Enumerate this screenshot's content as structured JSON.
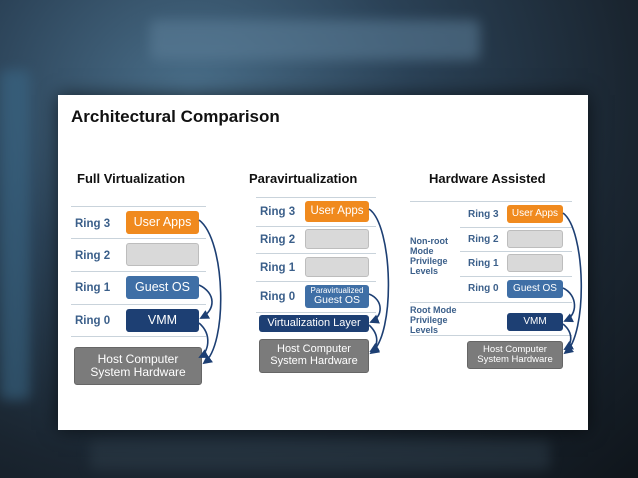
{
  "title": "Architectural Comparison",
  "columns": {
    "full": {
      "heading": "Full Virtualization",
      "rings": [
        "Ring 3",
        "Ring 2",
        "Ring 1",
        "Ring 0"
      ],
      "user_apps": "User Apps",
      "guest_os": "Guest OS",
      "vmm": "VMM",
      "hardware": "Host Computer\nSystem Hardware"
    },
    "para": {
      "heading": "Paravirtualization",
      "rings": [
        "Ring 3",
        "Ring 2",
        "Ring 1",
        "Ring 0"
      ],
      "user_apps": "User Apps",
      "guest_os_small": "Paravirtualized",
      "guest_os": "Guest OS",
      "virt_layer": "Virtualization Layer",
      "hardware": "Host Computer\nSystem Hardware"
    },
    "hw": {
      "heading": "Hardware Assisted",
      "rings": [
        "Ring 3",
        "Ring 2",
        "Ring 1",
        "Ring 0"
      ],
      "nonroot_label": "Non-root\nMode\nPrivilege\nLevels",
      "root_label": "Root Mode\nPrivilege\nLevels",
      "user_apps": "User Apps",
      "guest_os": "Guest OS",
      "vmm": "VMM",
      "hardware": "Host Computer\nSystem Hardware"
    }
  },
  "colors": {
    "user_apps": "#f08a1e",
    "guest_os": "#3f6fa6",
    "vmm": "#1d3f73",
    "hardware": "#7b7b7b",
    "ring_label": "#3b5f8a"
  }
}
